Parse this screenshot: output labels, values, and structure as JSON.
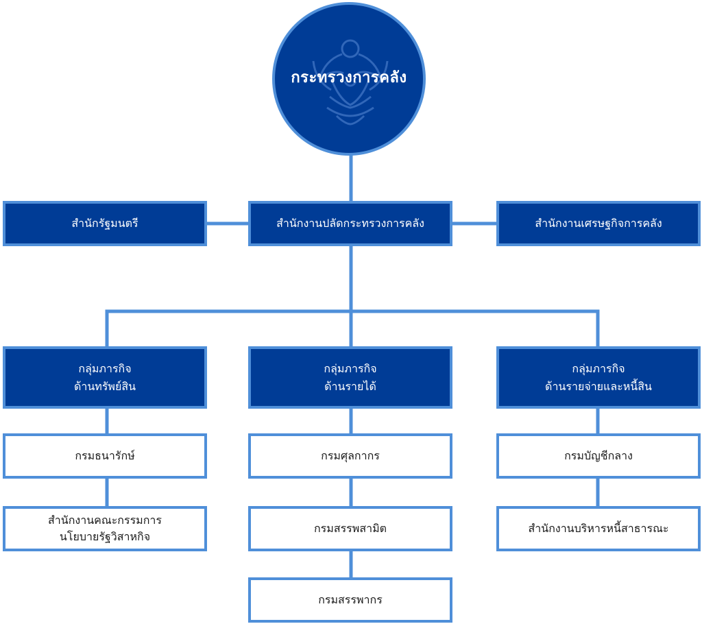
{
  "colors": {
    "dark_box": "#003c96",
    "border": "#4f8fd9",
    "line": "#4f8fd9",
    "light_box": "#ffffff"
  },
  "root": {
    "label": "กระทรวงการคลัง",
    "emblem": "garuda-emblem-icon"
  },
  "level1": {
    "left": "สำนักรัฐมนตรี",
    "center": "สำนักงานปลัดกระทรวงการคลัง",
    "right": "สำนักงานเศรษฐกิจการคลัง"
  },
  "groups": [
    {
      "line1": "กลุ่มภารกิจ",
      "line2": "ด้านทรัพย์สิน",
      "units": [
        {
          "line1": "กรมธนารักษ์",
          "line2": ""
        },
        {
          "line1": "สำนักงานคณะกรรมการ",
          "line2": "นโยบายรัฐวิสาหกิจ"
        }
      ]
    },
    {
      "line1": "กลุ่มภารกิจ",
      "line2": "ด้านรายได้",
      "units": [
        {
          "line1": "กรมศุลกากร",
          "line2": ""
        },
        {
          "line1": "กรมสรรพสามิต",
          "line2": ""
        },
        {
          "line1": "กรมสรรพากร",
          "line2": ""
        }
      ]
    },
    {
      "line1": "กลุ่มภารกิจ",
      "line2": "ด้านรายจ่ายและหนี้สิน",
      "units": [
        {
          "line1": "กรมบัญชีกลาง",
          "line2": ""
        },
        {
          "line1": "สำนักงานบริหารหนี้สาธารณะ",
          "line2": ""
        }
      ]
    }
  ]
}
